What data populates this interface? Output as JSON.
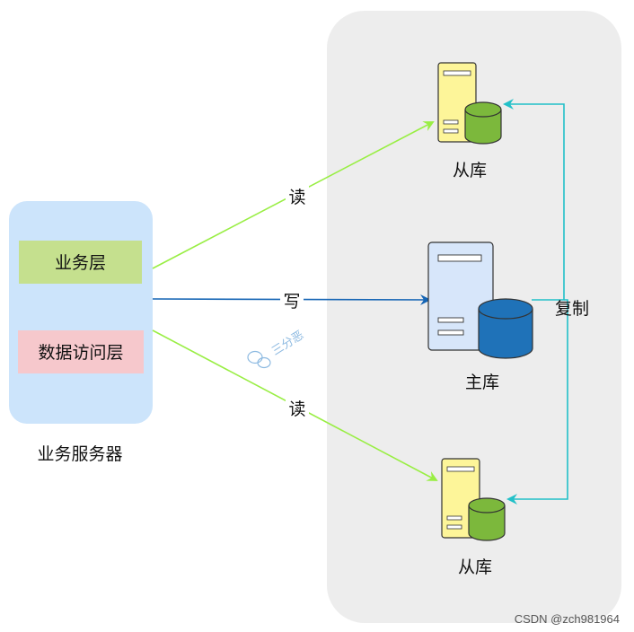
{
  "business_server": {
    "title": "业务服务器",
    "layers": [
      "业务层",
      "数据访问层"
    ]
  },
  "databases": {
    "master": "主库",
    "slave_top": "从库",
    "slave_bottom": "从库"
  },
  "edges": {
    "read_top": "读",
    "write": "写",
    "read_bottom": "读",
    "replicate": "复制"
  },
  "watermark": "三分恶",
  "credit": "CSDN @zch981964",
  "colors": {
    "read": "#99ee44",
    "write": "#1464b4",
    "replicate": "#22c0c8",
    "business_layer": "#c5e08e",
    "data_access_layer": "#f6c8cc",
    "server_panel": "#cce4fb",
    "db_panel": "#ededed",
    "slave_server": "#fdf599",
    "slave_cylinder": "#7cb83c",
    "master_server": "#d7e6fa",
    "master_cylinder": "#1f72b8"
  }
}
